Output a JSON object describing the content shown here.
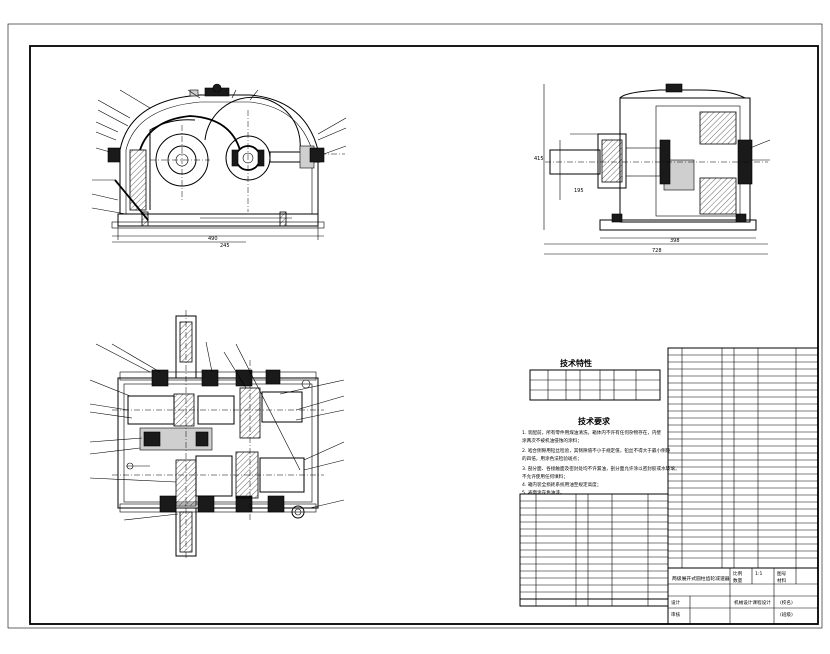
{
  "drawing": {
    "tech_params_title": "技术特性",
    "tech_requirements_title": "技术要求",
    "tech_requirements": [
      "1. 装配前，所有零件用煤油清洗，箱体内不许有任何杂物存在，内壁",
      "涂两次不被机油侵蚀的涂料；",
      "2. 啮合侧隙用铅丝检验，其侧隙值不小于规定值，铅丝不得大于最小侧隙",
      "的四倍，用涂色法检验斑点；",
      "3. 剖分面、各接触面及密封处均不许漏油，剖分面允许涂以密封胶或水玻璃，",
      "不允许使用任何填料；",
      "4. 箱内装全损耗系统用油至规定高度；",
      "5. 表面涂灰色油漆。"
    ],
    "title_block": {
      "name": "两级展开式圆柱齿轮减速器",
      "scale_label": "比例",
      "scale": "1:1",
      "sheet_label": "图号",
      "qty_label": "数量",
      "material_label": "材料",
      "designer_label": "设计",
      "checker_label": "审核",
      "school": "机械设计课程设计",
      "grade": "(校名)",
      "class": "(班级)"
    },
    "dims": {
      "front_width": "490",
      "front_half": "245",
      "side_width": "398",
      "side_total": "728",
      "side_height": "195",
      "overall_height": "415"
    }
  }
}
